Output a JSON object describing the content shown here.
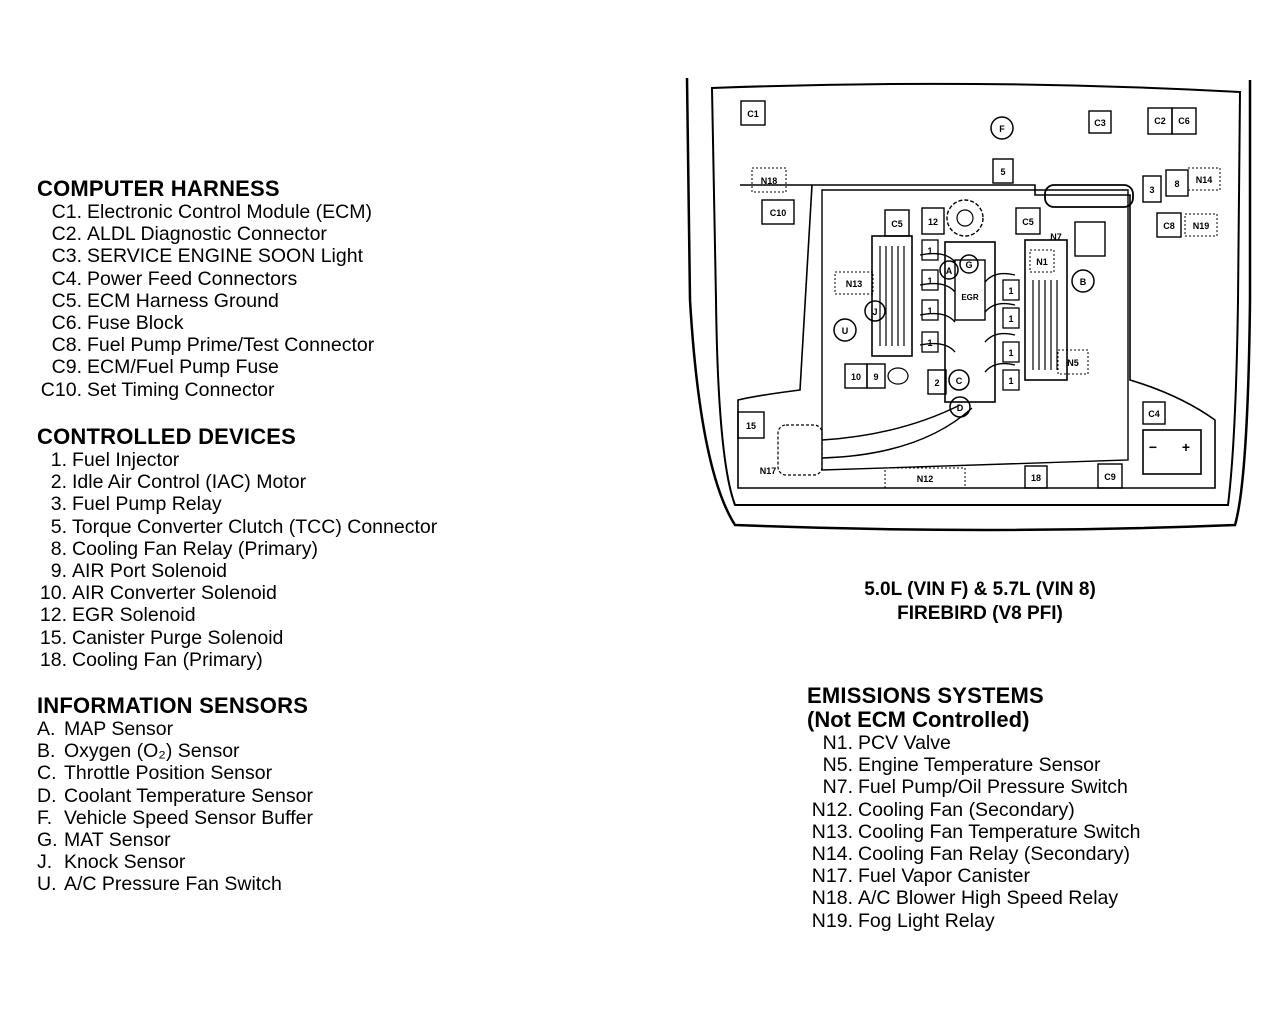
{
  "computer_harness": {
    "title": "COMPUTER HARNESS",
    "items": [
      {
        "code": "C1.",
        "label": "Electronic Control Module (ECM)"
      },
      {
        "code": "C2.",
        "label": "ALDL Diagnostic Connector"
      },
      {
        "code": "C3.",
        "label": "SERVICE ENGINE SOON Light"
      },
      {
        "code": "C4.",
        "label": "Power Feed Connectors"
      },
      {
        "code": "C5.",
        "label": "ECM Harness Ground"
      },
      {
        "code": "C6.",
        "label": "Fuse Block"
      },
      {
        "code": "C8.",
        "label": "Fuel Pump Prime/Test Connector"
      },
      {
        "code": "C9.",
        "label": "ECM/Fuel Pump Fuse"
      },
      {
        "code": "C10.",
        "label": "Set Timing Connector"
      }
    ]
  },
  "controlled_devices": {
    "title": "CONTROLLED DEVICES",
    "items": [
      {
        "code": "1.",
        "label": "Fuel Injector"
      },
      {
        "code": "2.",
        "label": "Idle Air Control (IAC) Motor"
      },
      {
        "code": "3.",
        "label": "Fuel Pump Relay"
      },
      {
        "code": "5.",
        "label": "Torque Converter Clutch (TCC) Connector"
      },
      {
        "code": "8.",
        "label": "Cooling Fan Relay (Primary)"
      },
      {
        "code": "9.",
        "label": "AIR Port Solenoid"
      },
      {
        "code": "10.",
        "label": "AIR Converter Solenoid"
      },
      {
        "code": "12.",
        "label": "EGR Solenoid"
      },
      {
        "code": "15.",
        "label": "Canister Purge Solenoid"
      },
      {
        "code": "18.",
        "label": "Cooling Fan (Primary)"
      }
    ]
  },
  "information_sensors": {
    "title": "INFORMATION SENSORS",
    "items": [
      {
        "code": "A.",
        "label": "MAP Sensor"
      },
      {
        "code": "B.",
        "label": "Oxygen (O₂) Sensor"
      },
      {
        "code": "C.",
        "label": "Throttle Position Sensor"
      },
      {
        "code": "D.",
        "label": "Coolant Temperature Sensor"
      },
      {
        "code": "F.",
        "label": "Vehicle Speed Sensor Buffer"
      },
      {
        "code": "G.",
        "label": "MAT Sensor"
      },
      {
        "code": "J.",
        "label": "Knock Sensor"
      },
      {
        "code": "U.",
        "label": "A/C Pressure Fan Switch"
      }
    ]
  },
  "emissions_systems": {
    "title": "EMISSIONS SYSTEMS",
    "subtitle": "(Not ECM Controlled)",
    "items": [
      {
        "code": "N1.",
        "label": "PCV Valve"
      },
      {
        "code": "N5.",
        "label": "Engine Temperature Sensor"
      },
      {
        "code": "N7.",
        "label": "Fuel Pump/Oil Pressure Switch"
      },
      {
        "code": "N12.",
        "label": "Cooling Fan (Secondary)"
      },
      {
        "code": "N13.",
        "label": "Cooling Fan Temperature Switch"
      },
      {
        "code": "N14.",
        "label": "Cooling Fan Relay (Secondary)"
      },
      {
        "code": "N17.",
        "label": "Fuel Vapor Canister"
      },
      {
        "code": "N18.",
        "label": "A/C Blower High Speed Relay"
      },
      {
        "code": "N19.",
        "label": "Fog Light Relay"
      }
    ]
  },
  "caption": {
    "line1": "5.0L (VIN F) & 5.7L (VIN 8)",
    "line2": "FIREBIRD (V8 PFI)"
  },
  "diagram_labels": {
    "c1": "C1",
    "c3": "C3",
    "c2": "C2",
    "c6": "C6",
    "c5a": "C5",
    "c5b": "C5",
    "c8": "C8",
    "c10": "C10",
    "c4": "C4",
    "c9": "C9",
    "f": "F",
    "five": "5",
    "three": "3",
    "eight": "8",
    "n18": "N18",
    "n14": "N14",
    "n19": "N19",
    "n7": "N7",
    "n1": "N1",
    "n13": "N13",
    "n5": "N5",
    "n17": "N17",
    "n12": "N12",
    "fifteen": "15",
    "eighteen": "18",
    "twelve": "12",
    "nine": "9",
    "ten": "10",
    "two": "2",
    "a": "A",
    "b": "B",
    "c": "C",
    "d": "D",
    "g": "G",
    "j": "J",
    "u": "U",
    "one": "1",
    "egr": "EGR",
    "minus": "−",
    "plus": "+"
  }
}
